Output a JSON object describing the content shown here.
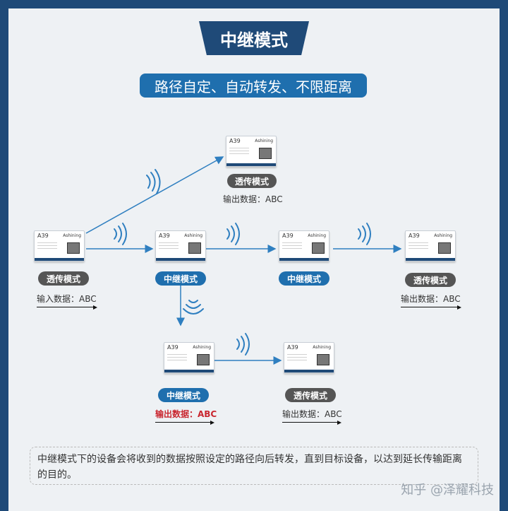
{
  "title": "中继模式",
  "subtitle": "路径自定、自动转发、不限距离",
  "module_name": "A39",
  "brand": "Ashining",
  "nodes": {
    "top": {
      "mode": "透传模式",
      "data_label": "输出数据：ABC"
    },
    "left": {
      "mode": "透传模式",
      "data_label": "输入数据：ABC"
    },
    "relay1": {
      "mode": "中继模式"
    },
    "relay2": {
      "mode": "中继模式"
    },
    "right": {
      "mode": "透传模式",
      "data_label": "输出数据：ABC"
    },
    "bottom_relay": {
      "mode": "中继模式",
      "data_label": "输出数据：ABC"
    },
    "bottom_right": {
      "mode": "透传模式",
      "data_label": "输出数据：ABC"
    }
  },
  "description": "中继模式下的设备会将收到的数据按照设定的路径向后转发，直到目标设备，以达到延长传输距离的目的。",
  "watermark": "知乎 @泽耀科技",
  "colors": {
    "dark_blue": "#1f4a78",
    "accent_blue": "#1f6fae",
    "gray_pill": "#555555",
    "red_text": "#c9262f"
  }
}
